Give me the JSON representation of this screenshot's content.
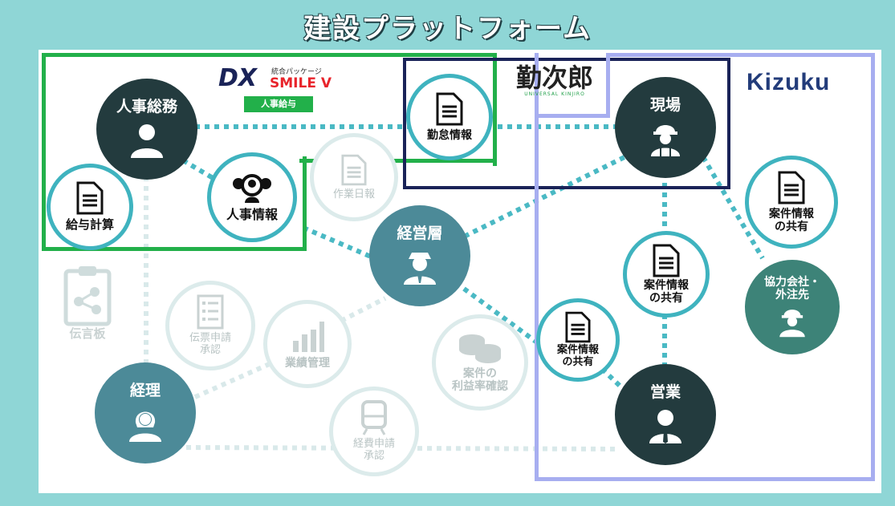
{
  "title": "建設プラットフォーム",
  "logos": {
    "smile": {
      "dx": "DX",
      "caption": "統合パッケージ",
      "name": "SMILE V",
      "badge": "人事給与"
    },
    "kinjiro": {
      "name": "勤次郎",
      "sub": "UNIVERSAL KINJIRO"
    },
    "kizuku": {
      "name": "Kizuku"
    }
  },
  "nodes": {
    "jinji_soumu": "人事総務",
    "kyuyo_keisan": "給与計算",
    "jinji_jouhou": "人事情報",
    "kintai_jouhou": "勤怠情報",
    "sagyou_nippou": "作業日報",
    "keieisou": "経営層",
    "genba": "現場",
    "anken_1": "案件情報\nの共有",
    "kyouryoku": "協力会社・\n外注先",
    "anken_2": "案件情報\nの共有",
    "anken_3": "案件情報\nの共有",
    "eigyou": "営業",
    "keiri": "経理",
    "denpyou_shinsei": "伝票申請\n承認",
    "gyouseki_kanri": "業績管理",
    "anken_rieki": "案件の\n利益率確認",
    "keihi_shinsei": "経費申請\n承認",
    "kyougiban": "伝言板"
  },
  "colors": {
    "background": "#8fd6d6",
    "dark_node": "#233b3e",
    "teal_node": "#4c8a98",
    "ring": "#3fb3bf",
    "smile_box": "#22b04a",
    "kinjiro_box": "#1a2358",
    "kizuku_box": "#a7aef0",
    "dotted_line": "#4ab9c4"
  }
}
